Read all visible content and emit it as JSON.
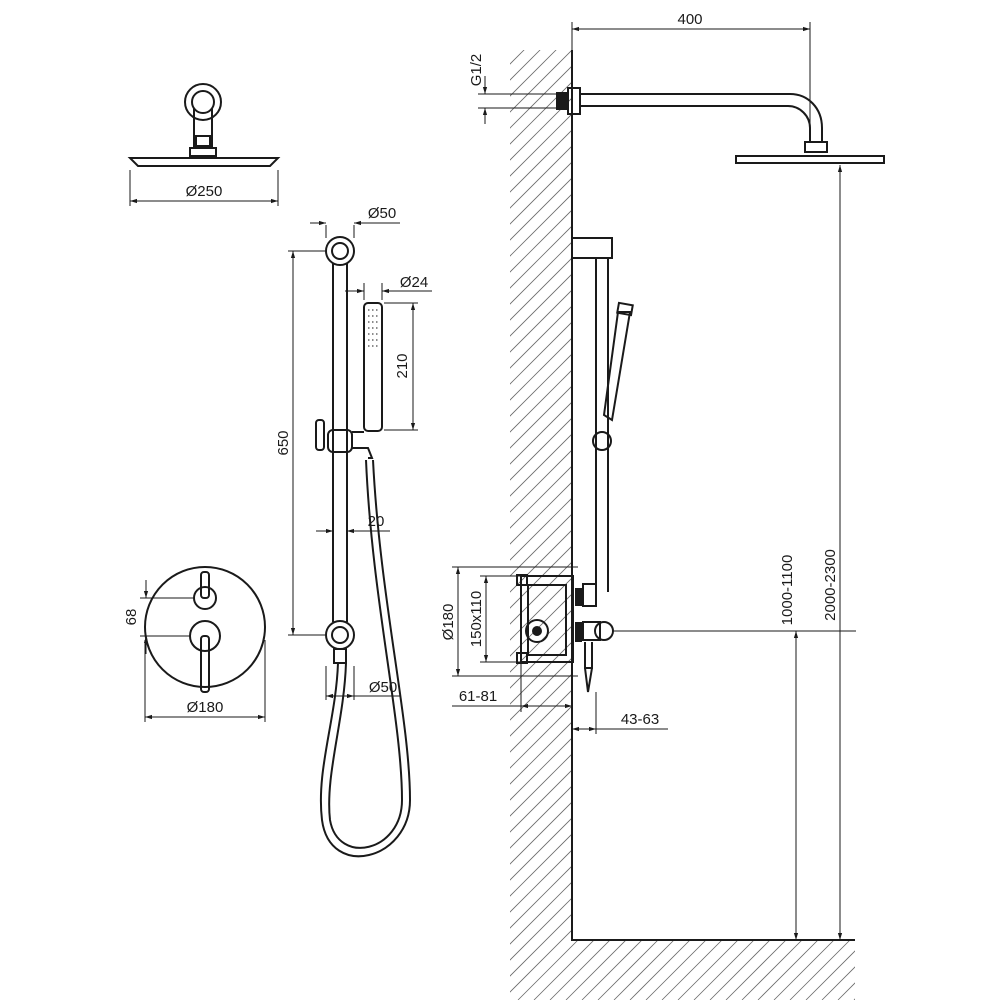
{
  "dimensions": {
    "head_diameter": "Ø250",
    "rail_bracket_top": "Ø50",
    "hand_shower_diameter": "Ø24",
    "hand_shower_length": "210",
    "rail_length": "650",
    "rail_width": "20",
    "rail_bracket_bottom": "Ø50",
    "mixer_plate": "Ø180",
    "handle_spacing": "68",
    "arm_projection": "400",
    "thread": "G1/2",
    "box_plate": "Ø180",
    "box_size": "150x110",
    "box_depth": "61-81",
    "trim_depth": "43-63",
    "mixer_height": "1000-1100",
    "head_height": "2000-2300"
  },
  "colors": {
    "line": "#1a1a1a",
    "hatch": "#6a6a6a",
    "background": "#ffffff"
  }
}
